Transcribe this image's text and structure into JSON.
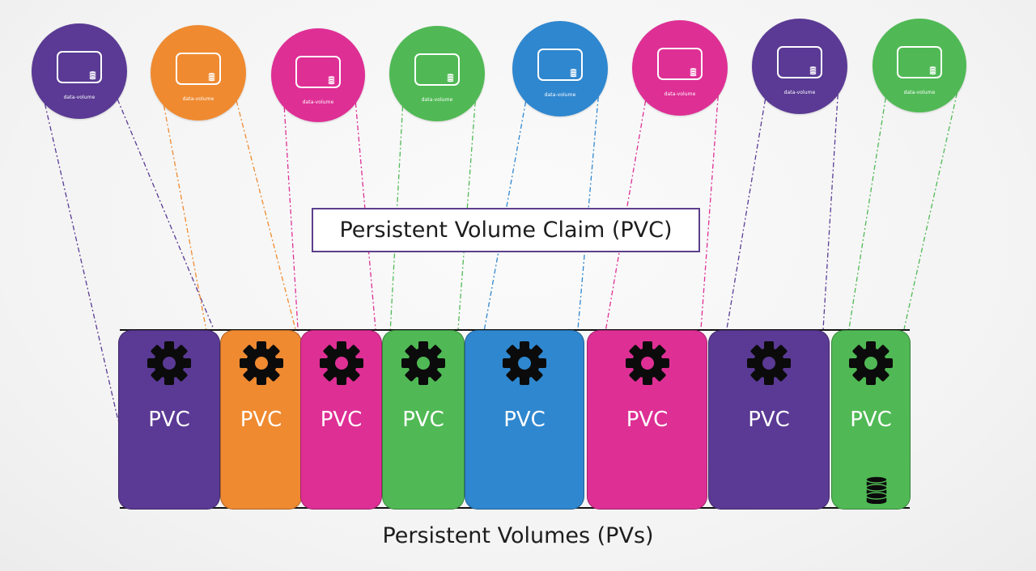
{
  "claim_label": "Persistent Volume Claim (PVC)",
  "volumes_caption": "Persistent Volumes (PVs)",
  "pods": [
    {
      "label": "data-volume",
      "color": "#5a3a94"
    },
    {
      "label": "data-volume",
      "color": "#ef8a31"
    },
    {
      "label": "data-volume",
      "color": "#de2f95"
    },
    {
      "label": "data-volume",
      "color": "#50b955"
    },
    {
      "label": "data-volume",
      "color": "#2f87cf"
    },
    {
      "label": "data-volume",
      "color": "#de2f95"
    },
    {
      "label": "data-volume",
      "color": "#5a3a94"
    },
    {
      "label": "data-volume",
      "color": "#50b955"
    }
  ],
  "claims": [
    {
      "label": "PVC",
      "color": "#5a3a94",
      "icon": "gear-icon"
    },
    {
      "label": "PVC",
      "color": "#ef8a31",
      "icon": "gear-icon"
    },
    {
      "label": "PVC",
      "color": "#de2f95",
      "icon": "gear-icon"
    },
    {
      "label": "PVC",
      "color": "#50b955",
      "icon": "gear-icon"
    },
    {
      "label": "PVC",
      "color": "#2f87cf",
      "icon": "gear-icon"
    },
    {
      "label": "PVC",
      "color": "#de2f95",
      "icon": "gear-icon"
    },
    {
      "label": "PVC",
      "color": "#5a3a94",
      "icon": "gear-icon"
    },
    {
      "label": "PVC",
      "color": "#50b955",
      "icon": "gear-icon",
      "storage_icon": "database-icon"
    }
  ]
}
